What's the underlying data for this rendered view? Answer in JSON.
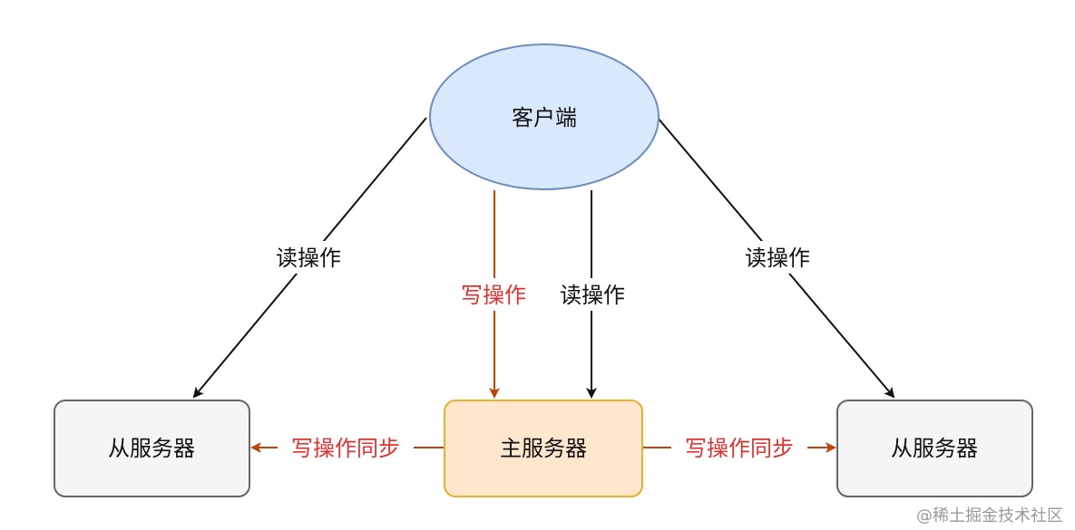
{
  "nodes": {
    "client": {
      "label": "客户端"
    },
    "master": {
      "label": "主服务器"
    },
    "slave_left": {
      "label": "从服务器"
    },
    "slave_right": {
      "label": "从服务器"
    }
  },
  "edges": {
    "read_left": {
      "label": "读操作"
    },
    "write_master": {
      "label": "写操作"
    },
    "read_master": {
      "label": "读操作"
    },
    "read_right": {
      "label": "读操作"
    },
    "sync_left": {
      "label": "写操作同步"
    },
    "sync_right": {
      "label": "写操作同步"
    }
  },
  "watermark": "@稀土掘金技术社区",
  "colors": {
    "client_fill": "#dae8fc",
    "client_stroke": "#6c8ebf",
    "master_fill": "#ffe6cc",
    "master_stroke": "#e6b12d",
    "slave_fill": "#f5f5f5",
    "slave_stroke": "#666666",
    "write_color": "#e0322f",
    "read_color": "#111111",
    "arrow_red_head": "#c0410a"
  }
}
